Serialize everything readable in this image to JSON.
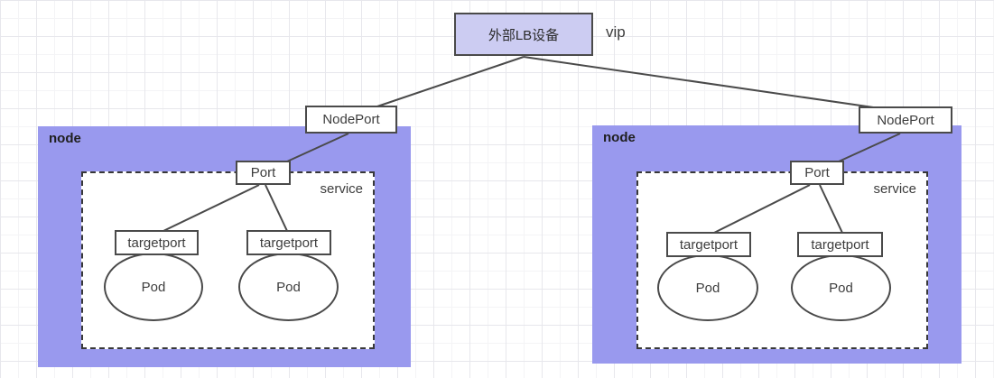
{
  "lb": {
    "label": "外部LB设备"
  },
  "vip": {
    "label": "vip"
  },
  "nodeports": [
    {
      "label": "NodePort"
    },
    {
      "label": "NodePort"
    }
  ],
  "nodes": [
    {
      "label": "node",
      "service": {
        "label": "service",
        "port": {
          "label": "Port"
        },
        "targetports": [
          {
            "label": "targetport"
          },
          {
            "label": "targetport"
          }
        ],
        "pods": [
          {
            "label": "Pod"
          },
          {
            "label": "Pod"
          }
        ]
      }
    },
    {
      "label": "node",
      "service": {
        "label": "service",
        "port": {
          "label": "Port"
        },
        "targetports": [
          {
            "label": "targetport"
          },
          {
            "label": "targetport"
          }
        ],
        "pods": [
          {
            "label": "Pod"
          },
          {
            "label": "Pod"
          }
        ]
      }
    }
  ],
  "colors": {
    "node_fill": "#9999ee",
    "lb_fill": "#ccccf2",
    "shape_border": "#4a4a4a",
    "connector": "#4a4a4a",
    "text": "#3d3d3d"
  }
}
